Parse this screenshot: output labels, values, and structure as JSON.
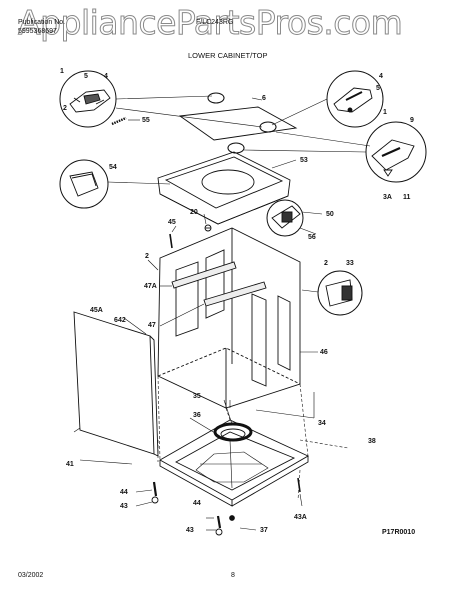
{
  "watermark": "AppliancePartsPros.com",
  "header": {
    "line1": "Publication No.",
    "line2": "5995368697",
    "model": "F/LC243RG",
    "section_title": "LOWER CABINET/TOP"
  },
  "callouts": {
    "c1a": "1",
    "c1b": "1",
    "c2a": "2",
    "c2b": "2",
    "c3a": "3A",
    "c4a": "4",
    "c4b": "4",
    "c5a": "5",
    "c5b": "5",
    "c6": "6",
    "c6b": "6",
    "c9": "9",
    "c11": "11",
    "c20": "20",
    "c33": "33",
    "c34": "34",
    "c35": "35",
    "c36": "36",
    "c37": "37",
    "c38": "38",
    "c41": "41",
    "c42": "42",
    "c43a": "43",
    "c43b": "43",
    "c43A": "43A",
    "c44a": "44",
    "c44b": "44",
    "c45": "45",
    "c45A": "45A",
    "c46": "46",
    "c47": "47",
    "c47A": "47A",
    "c50": "50",
    "c53": "53",
    "c54": "54",
    "c55": "55",
    "c56": "56"
  },
  "footer": {
    "date": "03/2002",
    "page": "8",
    "figure_code": "P17R0010"
  }
}
